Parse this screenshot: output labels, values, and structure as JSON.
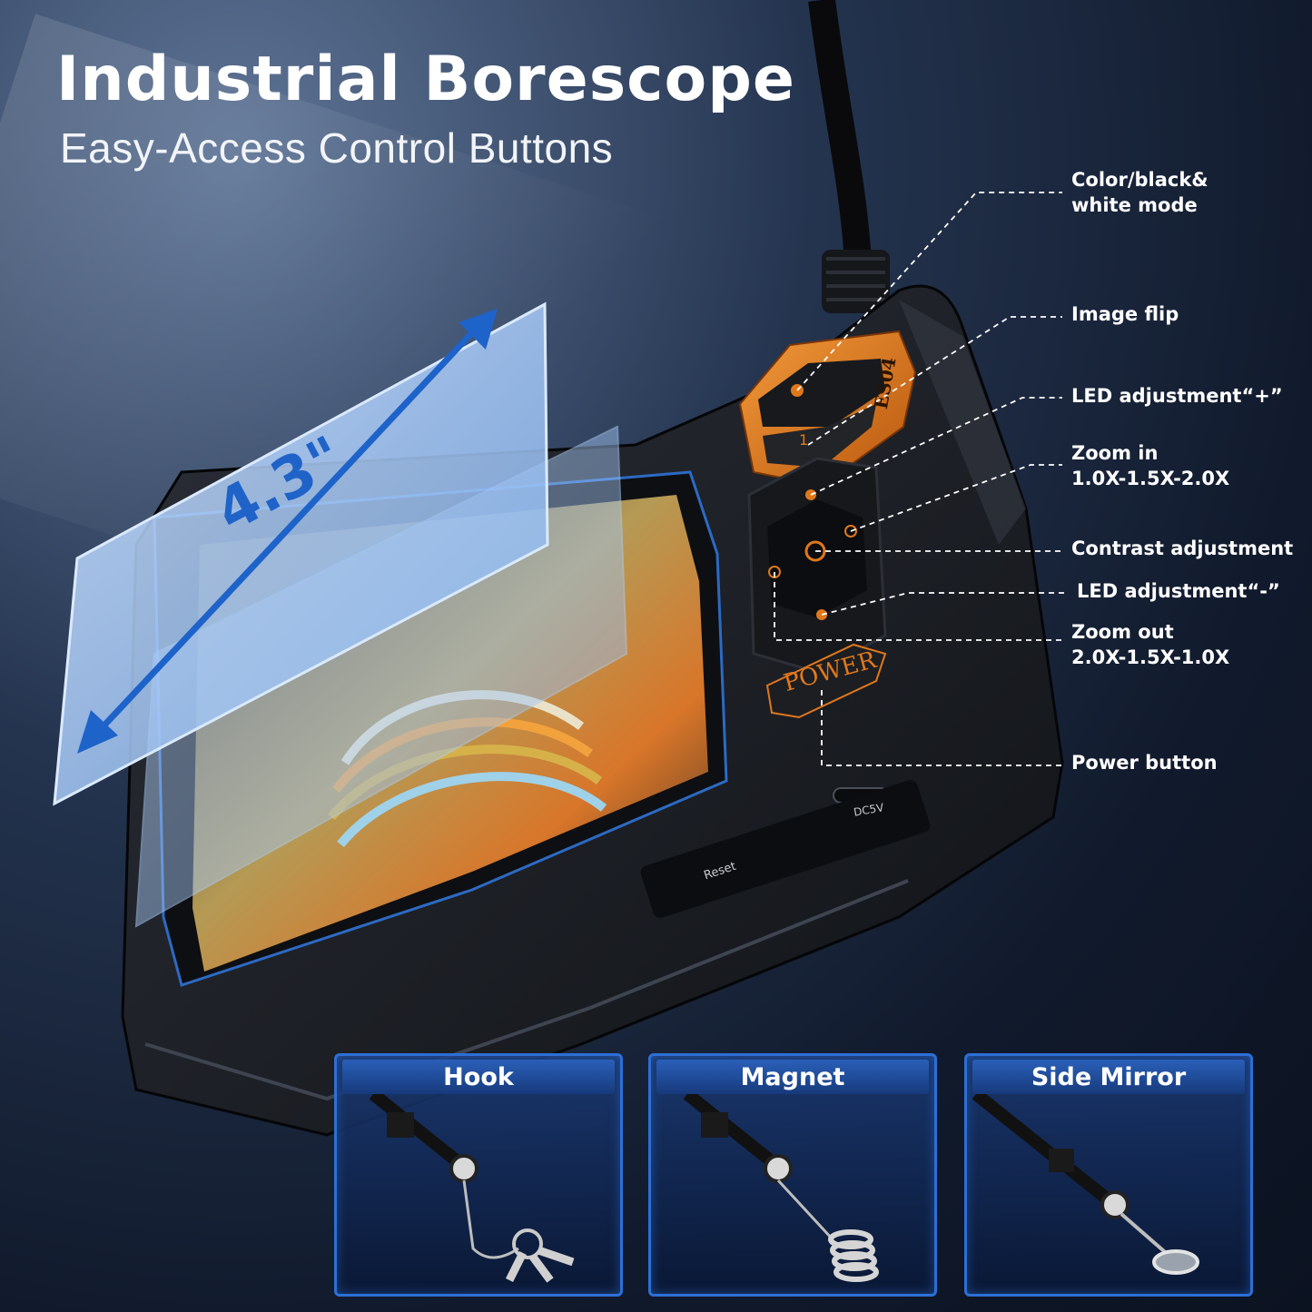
{
  "title": "Industrial Borescope",
  "subtitle": "Easy-Access Control Buttons",
  "screen": {
    "size_label": "4.3\""
  },
  "device": {
    "power_label": "POWER",
    "model_label": "ES04",
    "port_label": "DC5V",
    "reset_label": "Reset"
  },
  "callouts": {
    "color_mode_line1": "Color/black&",
    "color_mode_line2": "white mode",
    "image_flip": "Image flip",
    "led_plus": "LED adjustment“+”",
    "zoom_in_line1": "Zoom in",
    "zoom_in_line2": "1.0X-1.5X-2.0X",
    "contrast": "Contrast adjustment",
    "led_minus": "LED adjustment“-”",
    "zoom_out_line1": "Zoom out",
    "zoom_out_line2": "2.0X-1.5X-1.0X",
    "power": "Power button"
  },
  "accessories": [
    {
      "name": "Hook"
    },
    {
      "name": "Magnet"
    },
    {
      "name": "Side Mirror"
    }
  ],
  "colors": {
    "accent_orange": "#e0781a",
    "accent_blue": "#2d6fd6",
    "body": "#1a1c21"
  }
}
